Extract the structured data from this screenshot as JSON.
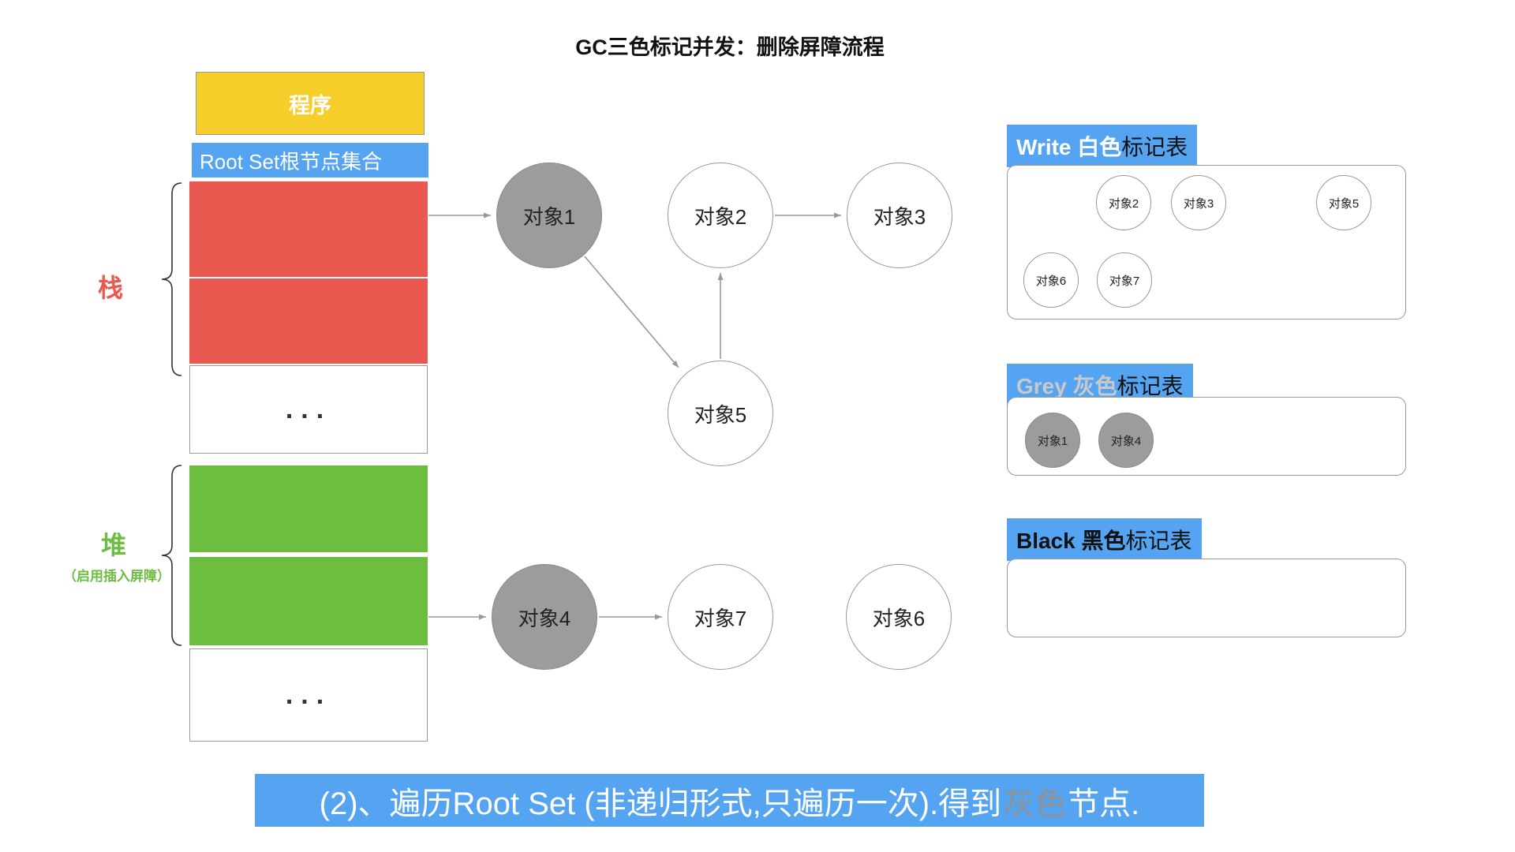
{
  "title": "GC三色标记并发：删除屏障流程",
  "memory": {
    "program_label": "程序",
    "root_set_label": "Root Set根节点集合",
    "stack_label": "栈",
    "heap_label": "堆",
    "heap_note": "（启用插入屏障）",
    "ellipsis": "..."
  },
  "graph": {
    "obj1": "对象1",
    "obj2": "对象2",
    "obj3": "对象3",
    "obj4": "对象4",
    "obj5": "对象5",
    "obj6": "对象6",
    "obj7": "对象7"
  },
  "tables": {
    "white": {
      "title_en": "Write 白色",
      "title_suffix": "标记表",
      "items": [
        "对象2",
        "对象3",
        "对象5",
        "对象6",
        "对象7"
      ]
    },
    "grey": {
      "title_en": "Grey 灰色",
      "title_suffix": "标记表",
      "items": [
        "对象1",
        "对象4"
      ]
    },
    "black": {
      "title_en": "Black 黑色",
      "title_suffix": "标记表",
      "items": []
    }
  },
  "caption": {
    "part1": "(2)、遍历Root Set (非递归形式,只遍历一次).得到",
    "highlight": "灰色",
    "part2": "节点."
  },
  "colors": {
    "accent_blue": "#55A4F2",
    "stack_red": "#E9594F",
    "heap_green": "#6CBE41",
    "program_yellow": "#F6CE29",
    "node_gray": "#9C9C9C",
    "line_gray": "#999999"
  }
}
